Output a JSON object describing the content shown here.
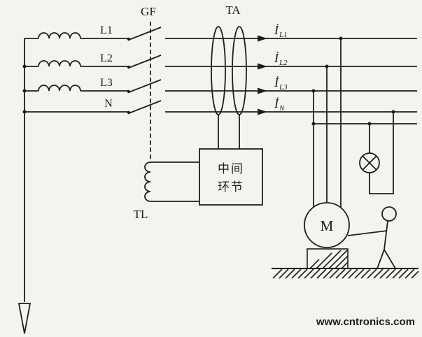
{
  "diagram": {
    "labels": {
      "gf": "GF",
      "ta": "TA",
      "tl": "TL",
      "l1": "L1",
      "l2": "L2",
      "l3": "L3",
      "n": "N",
      "motor": "M",
      "box_line1": "中间",
      "box_line2": "环节"
    },
    "currents": [
      {
        "main": "İ",
        "sub": "L1"
      },
      {
        "main": "İ",
        "sub": "L2"
      },
      {
        "main": "İ",
        "sub": "L3"
      },
      {
        "main": "İ",
        "sub": "N"
      }
    ]
  },
  "watermark": {
    "text": "www.cntronics.com",
    "color": "#8dc63f"
  },
  "colors": {
    "ink": "#1f1d1a",
    "paper": "#f5f3ee"
  }
}
